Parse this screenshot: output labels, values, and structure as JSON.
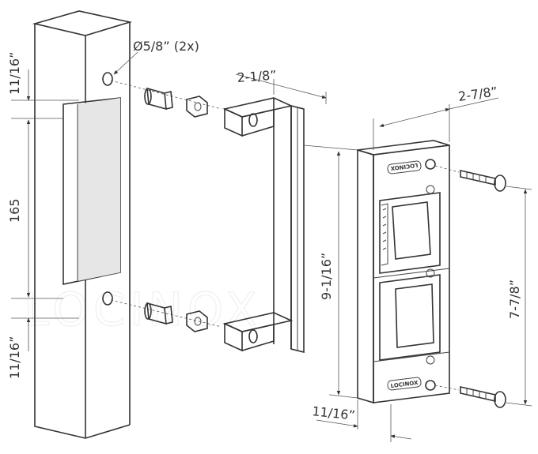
{
  "dimensions": {
    "post_top_offset": "11/16”",
    "post_bottom_offset": "11/16”",
    "cutout_height": "165",
    "hole_diameter": "Ø5/8” (2x)",
    "bracket_depth": "2-1/8”",
    "keeper_depth": "2-7/8”",
    "keeper_height": "9-1/16”",
    "screw_spacing": "7-7/8”",
    "keeper_width": "11/16”"
  },
  "brand": {
    "top_label": "LOCINOX",
    "bottom_label": "LOCINOX"
  }
}
